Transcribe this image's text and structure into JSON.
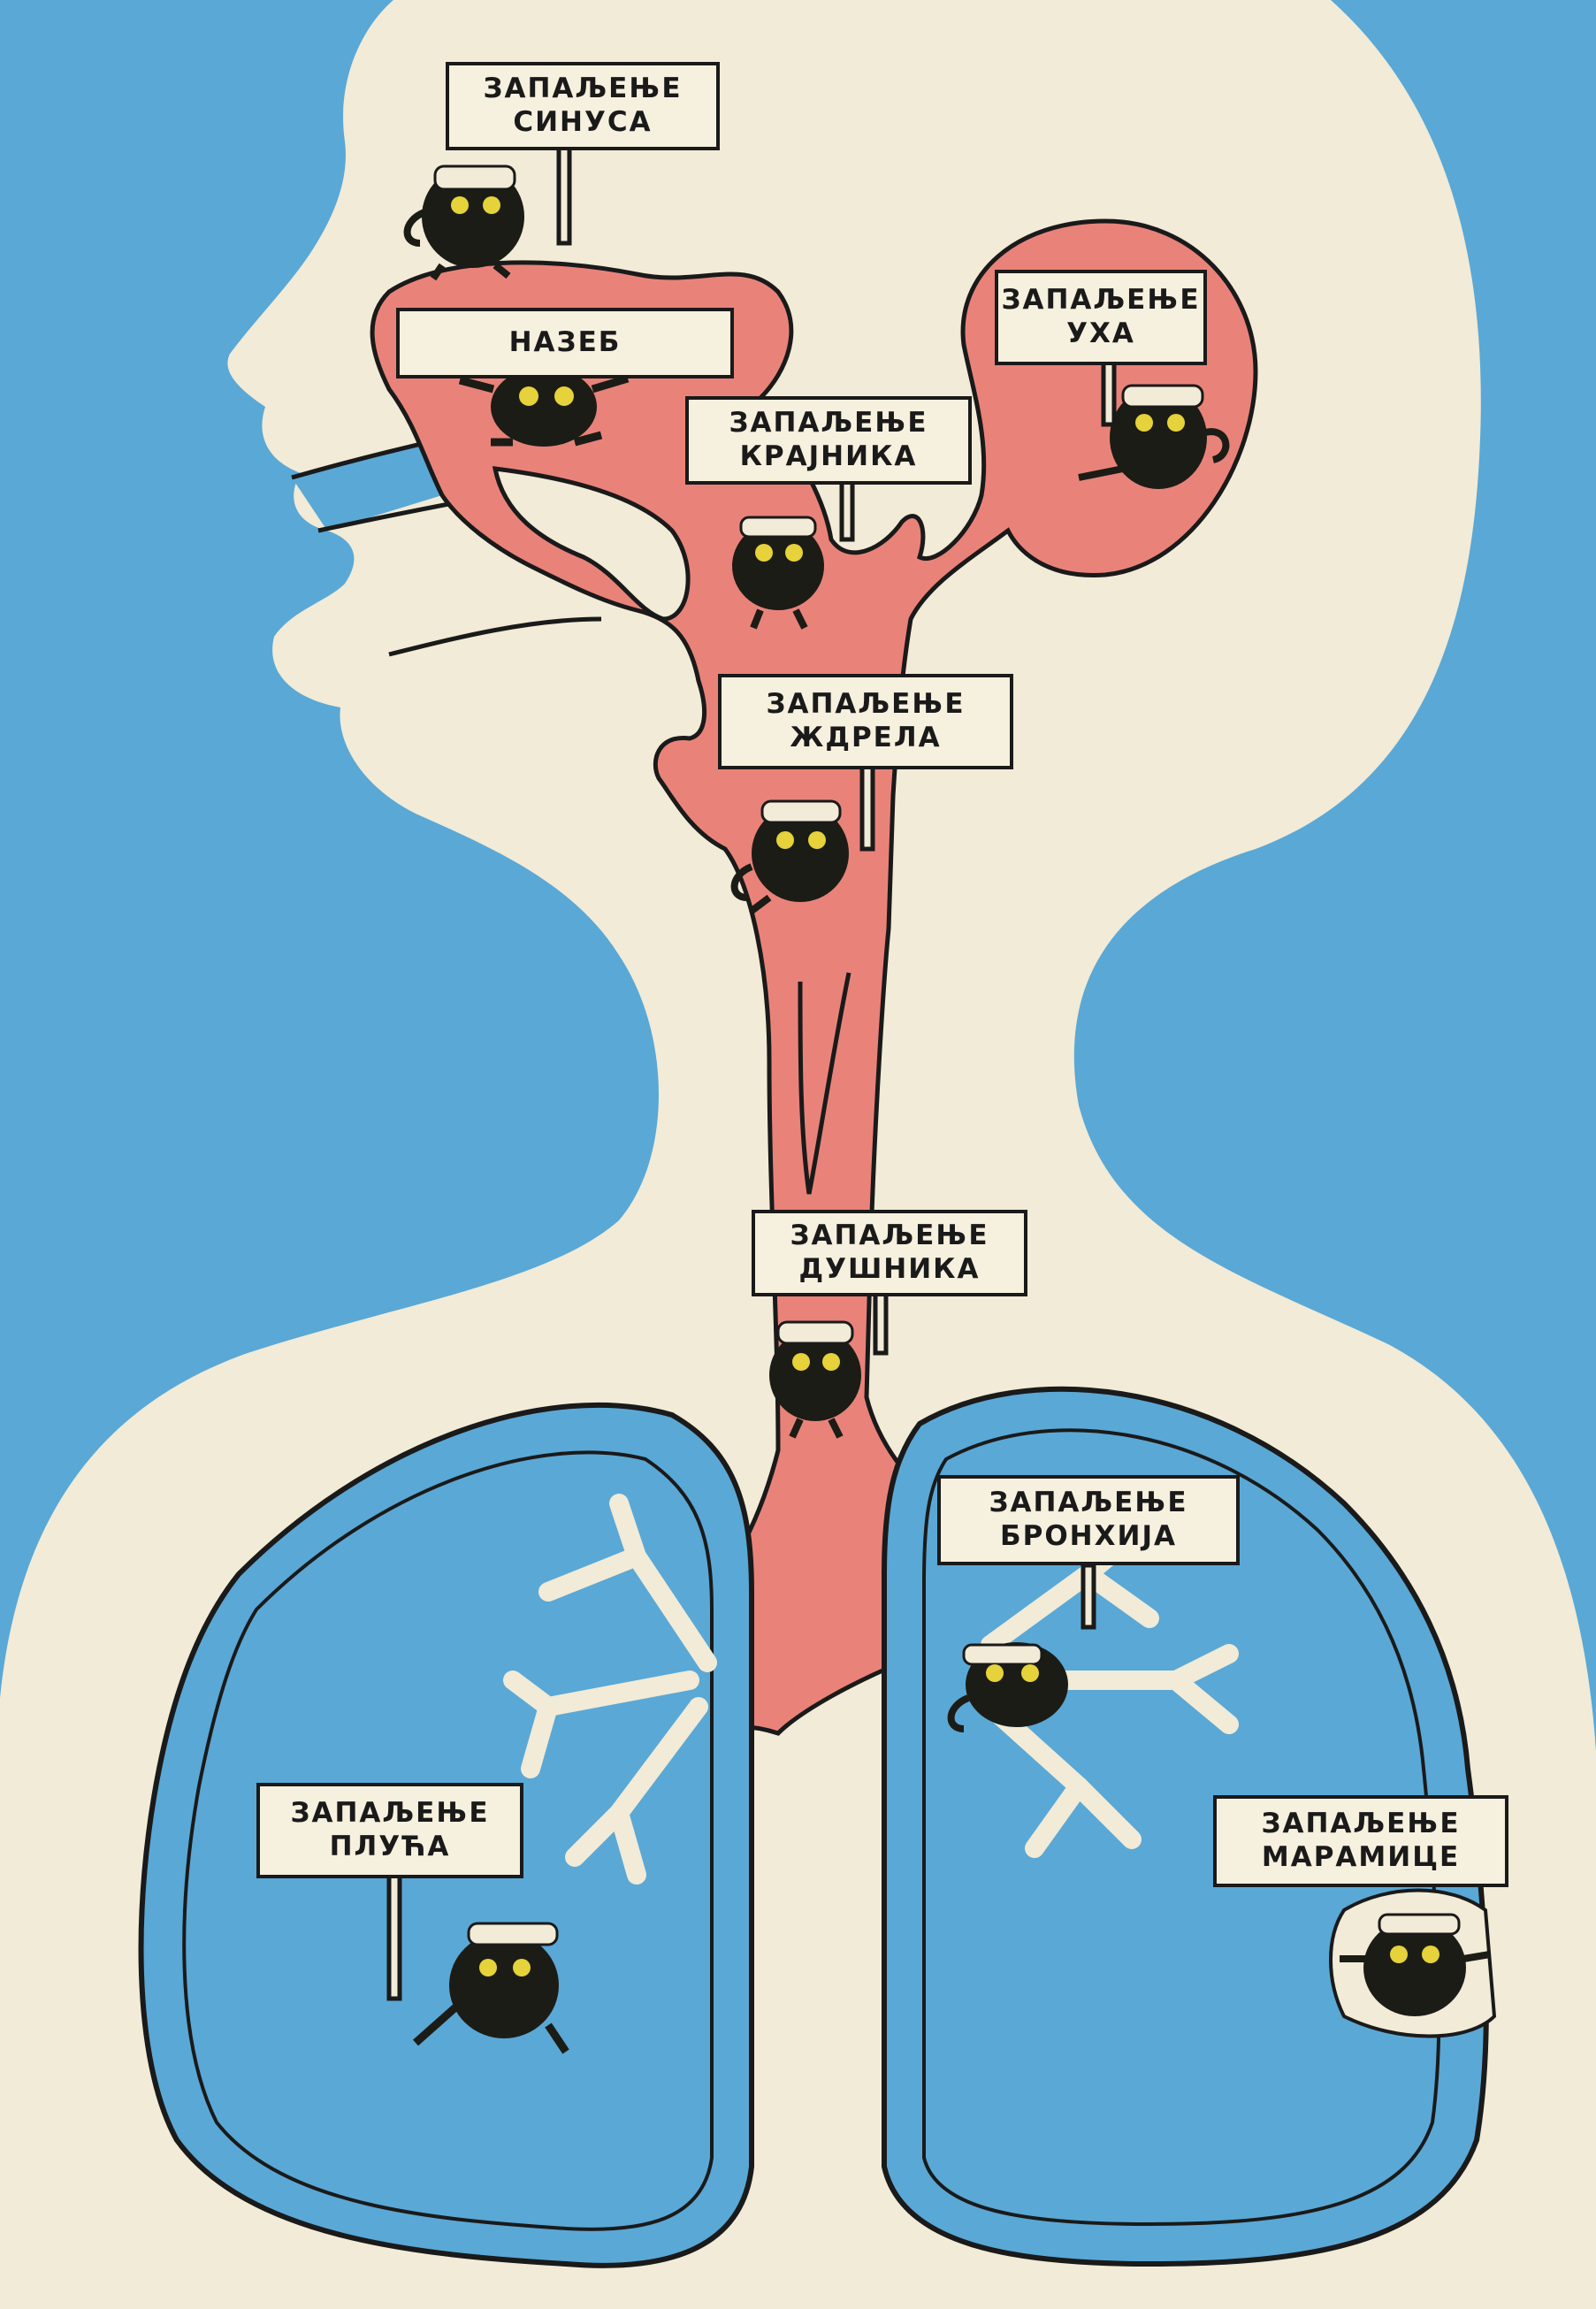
{
  "colors": {
    "background": "#5aa8d6",
    "body": "#f1ebd7",
    "airway": "#e9837a",
    "lung_fill": "#5aa8d6",
    "outline": "#1a1a1a",
    "germ": "#1c1c16",
    "germ_eyes": "#e6d23a"
  },
  "labels": {
    "sinus": {
      "line1": "ЗАПАЉЕЊЕ",
      "line2": "СИНУСА"
    },
    "cold": {
      "line1": "НАЗЕБ"
    },
    "ear": {
      "line1": "ЗАПАЉЕЊЕ",
      "line2": "УХА"
    },
    "tonsils": {
      "line1": "ЗАПАЉЕЊЕ",
      "line2": "КРАЈНИКА"
    },
    "pharynx": {
      "line1": "ЗАПАЉЕЊЕ",
      "line2": "ЖДРЕЛА"
    },
    "trachea": {
      "line1": "ЗАПАЉЕЊЕ",
      "line2": "ДУШНИКА"
    },
    "bronchi": {
      "line1": "ЗАПАЉЕЊЕ",
      "line2": "БРОНХИЈА"
    },
    "lungs": {
      "line1": "ЗАПАЉЕЊЕ",
      "line2": "ПЛУЋА"
    },
    "pleura": {
      "line1": "ЗАПАЉЕЊЕ",
      "line2": "МАРАМИЦЕ"
    }
  }
}
